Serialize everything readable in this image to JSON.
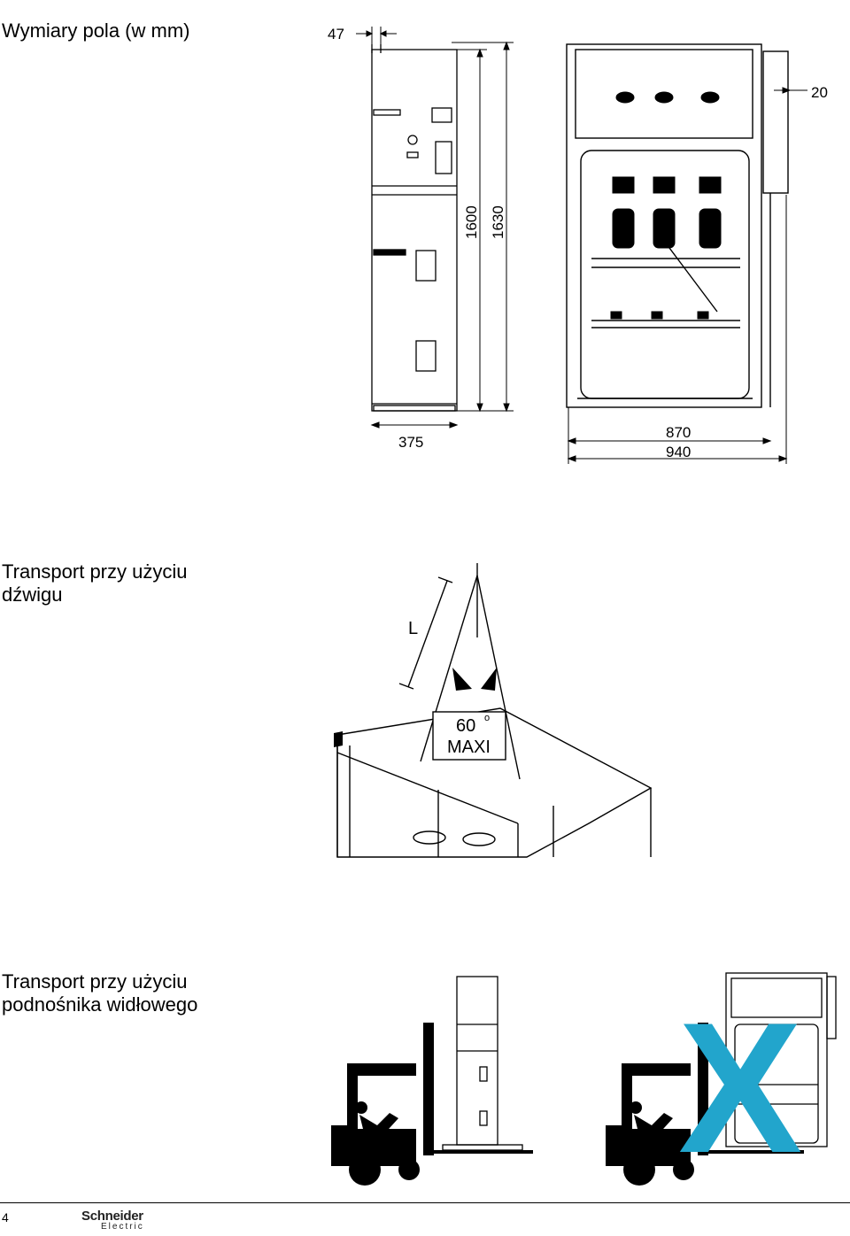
{
  "sections": {
    "dimensions_title": "Wymiary pola (w mm)",
    "crane_title": "Transport przy użyciu dźwigu",
    "forklift_title": "Transport przy użyciu podnośnika widłowego"
  },
  "dimensions": {
    "d47": "47",
    "d1600": "1600",
    "d1630": "1630",
    "d375": "375",
    "d20": "20",
    "d870": "870",
    "d940": "940"
  },
  "crane": {
    "sling_length_label": "L",
    "angle_label": "60",
    "max_label": "MAXI"
  },
  "forklift": {
    "forbidden_mark": "X",
    "forbidden_color": "#22a5cc"
  },
  "footer": {
    "page_number": "4",
    "brand": "Schneider",
    "brand_sub": "Electric"
  }
}
